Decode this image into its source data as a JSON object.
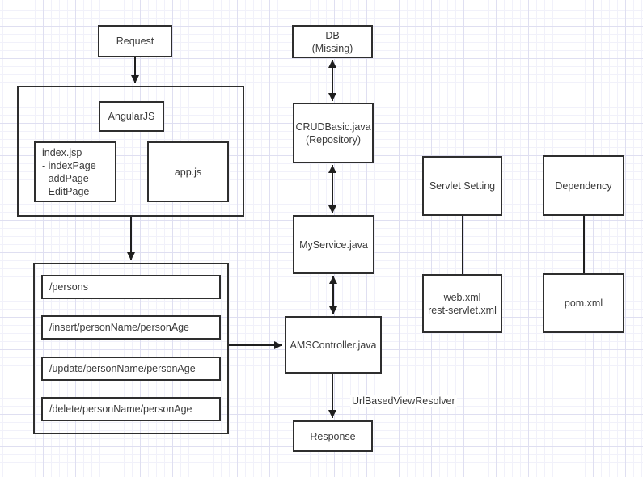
{
  "colors": {
    "node_border": "#2e2e2e",
    "node_fill": "#ffffff",
    "text": "#3a3a3a",
    "edge": "#1f1f1f",
    "grid_minor": "#f1f1fa",
    "grid_major": "#dfdff1",
    "canvas_bg": "#ffffff"
  },
  "nodes": {
    "request": {
      "label": "Request"
    },
    "angularjs_group": {
      "title": "AngularJS"
    },
    "index_jsp": {
      "lines": [
        "index.jsp",
        "- indexPage",
        "- addPage",
        "- EditPage"
      ]
    },
    "app_js": {
      "label": "app.js"
    },
    "routes": {
      "items": [
        "/persons",
        "/insert/personName/personAge",
        "/update/personName/personAge",
        "/delete/personName/personAge"
      ]
    },
    "db": {
      "lines": [
        "DB",
        "(Missing)"
      ]
    },
    "crud_basic": {
      "lines": [
        "CRUDBasic.java",
        "(Repository)"
      ]
    },
    "my_service": {
      "label": "MyService.java"
    },
    "ams_controller": {
      "label": "AMSController.java"
    },
    "response": {
      "label": "Response"
    },
    "servlet_setting": {
      "label": "Servlet Setting"
    },
    "web_xml": {
      "lines": [
        "web.xml",
        "rest-servlet.xml"
      ]
    },
    "dependency": {
      "label": "Dependency"
    },
    "pom_xml": {
      "label": "pom.xml"
    }
  },
  "edge_labels": {
    "view_resolver": "UrlBasedViewResolver"
  }
}
